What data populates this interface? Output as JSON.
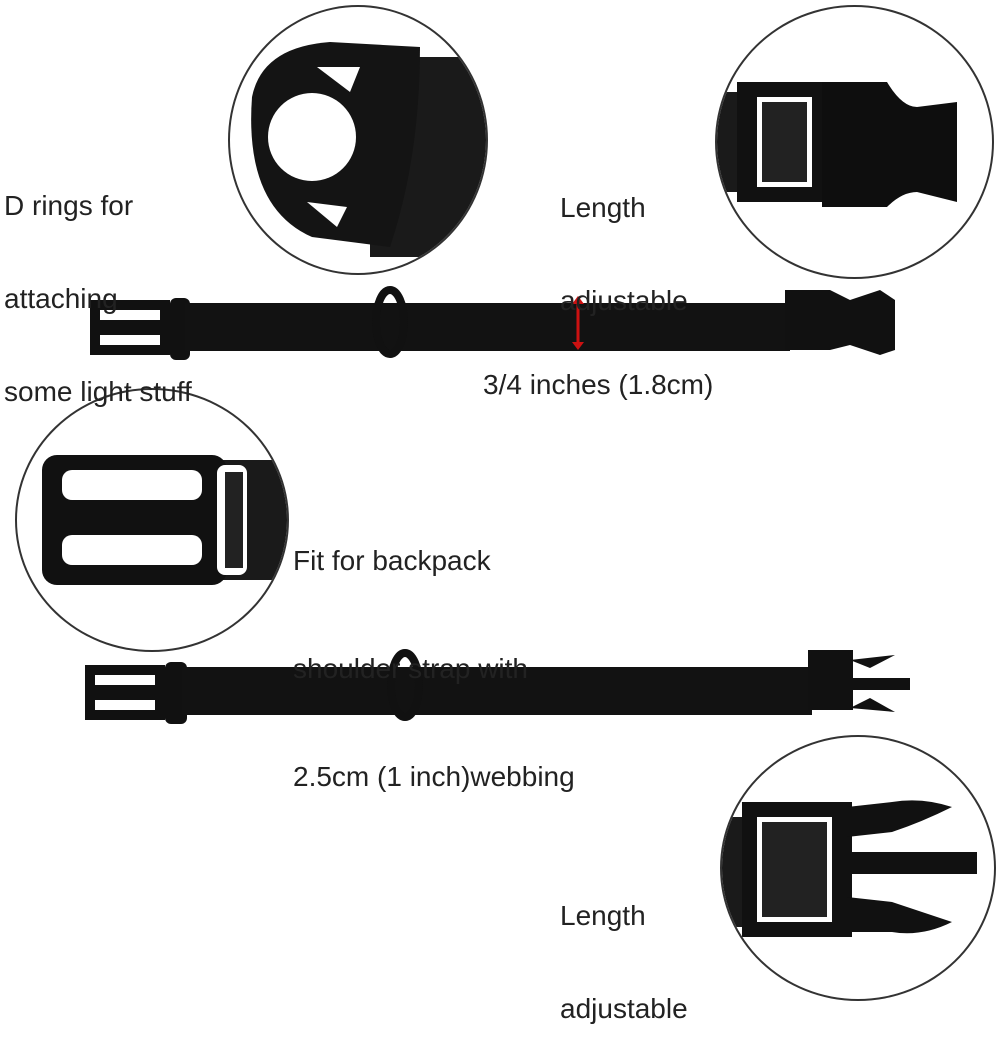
{
  "callouts": {
    "d_rings": [
      "D rings for",
      "attaching",
      "some light stuff"
    ],
    "length_top": [
      "Length",
      "adjustable"
    ],
    "width": "3/4 inches (1.8cm)",
    "fit": [
      "Fit for backpack",
      "shoulder strap with",
      "2.5cm (1 inch)webbing"
    ],
    "length_bottom": [
      "Length",
      "adjustable"
    ]
  },
  "colors": {
    "strap": "#111111",
    "measure_arrow": "#cc1111",
    "background": "#ffffff"
  }
}
